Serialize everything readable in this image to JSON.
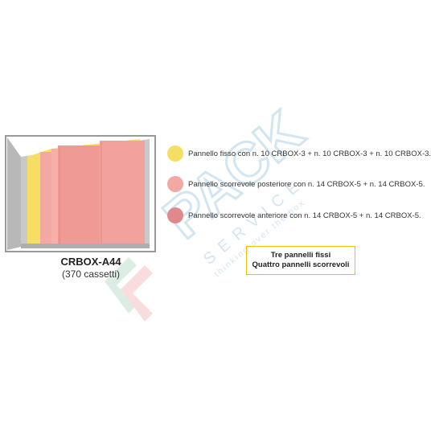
{
  "product": {
    "model": "CRBOX-A44",
    "count": "(370 cassetti)"
  },
  "legend": [
    {
      "label": "Pannello fisso con n. 10 CRBOX-3 + n. 10 CRBOX-3 + n. 10 CRBOX-3.",
      "color": "#f6dd63"
    },
    {
      "label": "Pannello scorrevole posteriore con n. 14 CRBOX-5 + n. 14 CRBOX-5.",
      "color": "#f3a8a2"
    },
    {
      "label": "Pannello scorrevole anteriore con n. 14 CRBOX-5 + n. 14 CRBOX-5.",
      "color": "#e0888c"
    }
  ],
  "summary": {
    "line1": "Tre pannelli fissi",
    "line2": "Quattro pannelli scorrevoli"
  },
  "watermark": {
    "brand": "PACK",
    "sub": "SERVICE",
    "tagline": "thinking over the box"
  },
  "colors": {
    "frame": "#9a9a9a",
    "fixed_panel": "#f6dd63",
    "rear_sliding": "#f3a8a2",
    "front_sliding": "#f0928f",
    "box_border": "#f0c000"
  }
}
